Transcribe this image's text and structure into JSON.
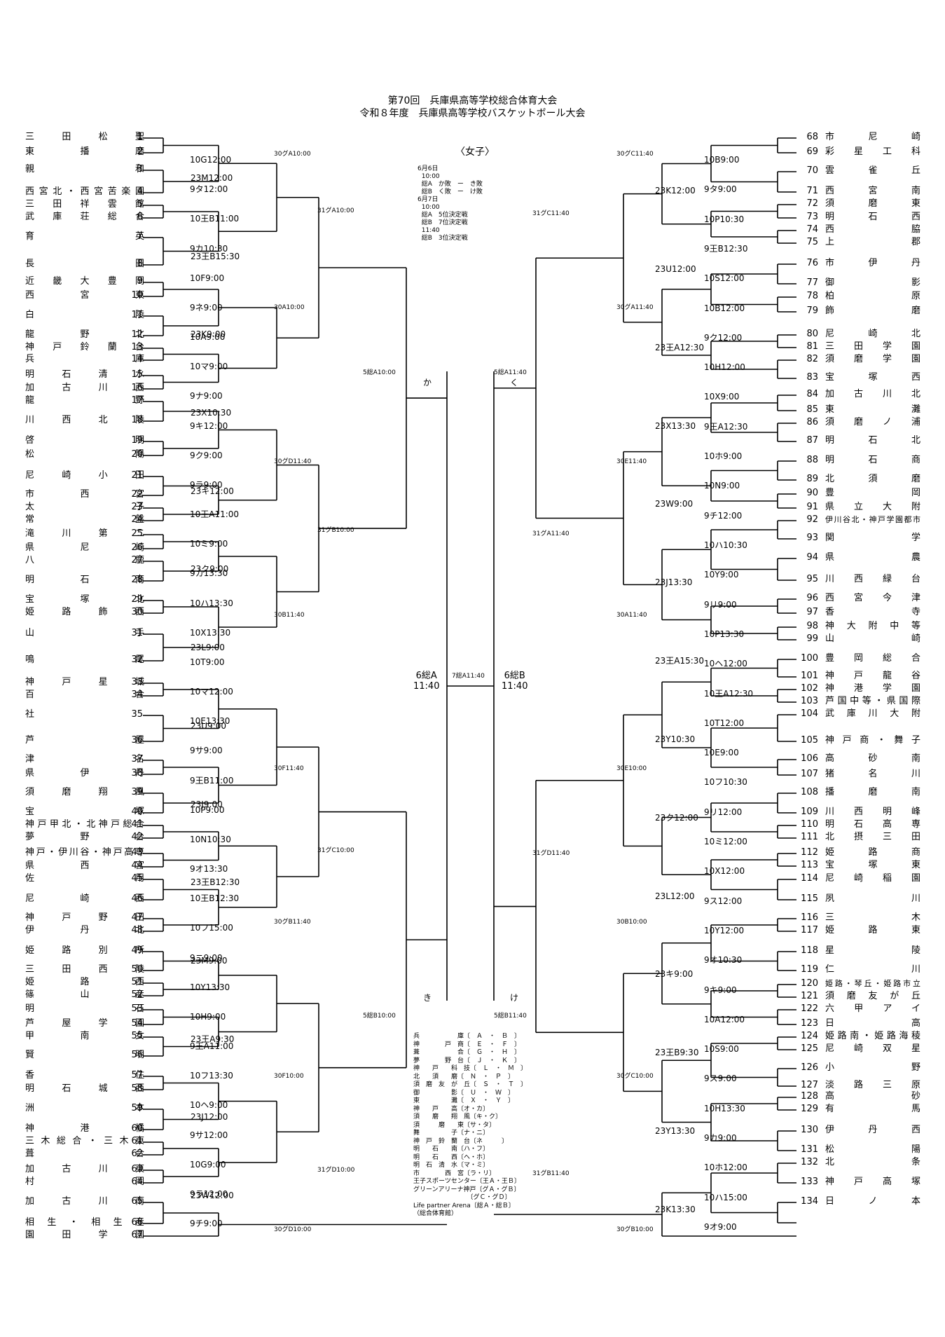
{
  "header": {
    "title1": "第70回　兵庫県高等学校総合体育大会",
    "title2": "令和８年度　兵庫県高等学校バスケットボール大会",
    "category": "〈女子〉"
  },
  "schedule_note": "6月6日\n  10:00\n  総A　か敗　ー　き敗\n  総B　く敗　ー　け敗\n6月7日\n  10:00\n  総A　5位決定戦\n  総B　7位決定戦\n  11:40\n  総B　3位決定戦",
  "pool_letters": {
    "ka": "か",
    "ki": "き",
    "ku": "く",
    "ke": "け"
  },
  "final": {
    "left": "6総A\n11:40",
    "right": "6総B\n11:40",
    "label": "7総A11:40"
  },
  "left_teams": [
    {
      "n": "1",
      "name": "三田松聖"
    },
    {
      "n": "2",
      "name": "東播磨"
    },
    {
      "n": "3",
      "name": "親和"
    },
    {
      "n": "4",
      "name": "西宮北・西宮苦楽園"
    },
    {
      "n": "5",
      "name": "三田祥雲館"
    },
    {
      "n": "6",
      "name": "武庫荘総合"
    },
    {
      "n": "7",
      "name": "育英"
    },
    {
      "n": "8",
      "name": "長田"
    },
    {
      "n": "9",
      "name": "近畿大豊岡"
    },
    {
      "n": "10",
      "name": "西宮東"
    },
    {
      "n": "11",
      "name": "白陵"
    },
    {
      "n": "12",
      "name": "龍野北"
    },
    {
      "n": "13",
      "name": "神戸鈴蘭台"
    },
    {
      "n": "14",
      "name": "兵庫"
    },
    {
      "n": "15",
      "name": "明石清水"
    },
    {
      "n": "16",
      "name": "加古川西"
    },
    {
      "n": "17",
      "name": "龍野"
    },
    {
      "n": "18",
      "name": "川西北陵"
    },
    {
      "n": "19",
      "name": "啓明"
    },
    {
      "n": "20",
      "name": "松陽"
    },
    {
      "n": "21",
      "name": "尼崎小田"
    },
    {
      "n": "22",
      "name": "市西宮"
    },
    {
      "n": "23",
      "name": "太子"
    },
    {
      "n": "24",
      "name": "常盤"
    },
    {
      "n": "25",
      "name": "滝川第二"
    },
    {
      "n": "26",
      "name": "県尼崎"
    },
    {
      "n": "27",
      "name": "八鹿"
    },
    {
      "n": "28",
      "name": "明石南"
    },
    {
      "n": "29",
      "name": "宝塚北"
    },
    {
      "n": "30",
      "name": "姫路飾西"
    },
    {
      "n": "31",
      "name": "山手"
    },
    {
      "n": "32",
      "name": "鳴尾"
    },
    {
      "n": "33",
      "name": "神戸星城"
    },
    {
      "n": "34",
      "name": "百合"
    },
    {
      "n": "35",
      "name": "社"
    },
    {
      "n": "36",
      "name": "芦屋"
    },
    {
      "n": "37",
      "name": "津名"
    },
    {
      "n": "38",
      "name": "県伊丹"
    },
    {
      "n": "39",
      "name": "須磨翔風"
    },
    {
      "n": "40",
      "name": "宝塚"
    },
    {
      "n": "41",
      "name": "神戸甲北・北神戸総合"
    },
    {
      "n": "42",
      "name": "夢野台"
    },
    {
      "n": "43",
      "name": "神戸・伊川谷・神戸高専"
    },
    {
      "n": "44",
      "name": "県西宮"
    },
    {
      "n": "45",
      "name": "佐用"
    },
    {
      "n": "46",
      "name": "尼崎西"
    },
    {
      "n": "47",
      "name": "神戸野田"
    },
    {
      "n": "48",
      "name": "伊丹北"
    },
    {
      "n": "49",
      "name": "姫路別所"
    },
    {
      "n": "50",
      "name": "三田西陵"
    },
    {
      "n": "51",
      "name": "姫路西"
    },
    {
      "n": "52",
      "name": "篠山産"
    },
    {
      "n": "53",
      "name": "明石"
    },
    {
      "n": "54",
      "name": "芦屋学園"
    },
    {
      "n": "55",
      "name": "甲南女"
    },
    {
      "n": "56",
      "name": "賢明"
    },
    {
      "n": "57",
      "name": "香住"
    },
    {
      "n": "58",
      "name": "明石城西"
    },
    {
      "n": "59",
      "name": "洲本"
    },
    {
      "n": "60",
      "name": "神港橘"
    },
    {
      "n": "61",
      "name": "三木総合・三木東"
    },
    {
      "n": "62",
      "name": "葺合"
    },
    {
      "n": "63",
      "name": "加古川東"
    },
    {
      "n": "64",
      "name": "村岡"
    },
    {
      "n": "65",
      "name": "加古川南"
    },
    {
      "n": "66",
      "name": "相生・相生産"
    },
    {
      "n": "67",
      "name": "園田学園"
    }
  ],
  "right_teams": [
    {
      "n": "68",
      "name": "市尼崎"
    },
    {
      "n": "69",
      "name": "彩星工科"
    },
    {
      "n": "70",
      "name": "雲雀丘"
    },
    {
      "n": "71",
      "name": "西宮南"
    },
    {
      "n": "72",
      "name": "須磨東"
    },
    {
      "n": "73",
      "name": "明石西"
    },
    {
      "n": "74",
      "name": "西脇"
    },
    {
      "n": "75",
      "name": "上郡"
    },
    {
      "n": "76",
      "name": "市伊丹"
    },
    {
      "n": "77",
      "name": "御影"
    },
    {
      "n": "78",
      "name": "柏原"
    },
    {
      "n": "79",
      "name": "飾磨"
    },
    {
      "n": "80",
      "name": "尼崎北"
    },
    {
      "n": "81",
      "name": "三田学園"
    },
    {
      "n": "82",
      "name": "須磨学園"
    },
    {
      "n": "83",
      "name": "宝塚西"
    },
    {
      "n": "84",
      "name": "加古川北"
    },
    {
      "n": "85",
      "name": "東灘"
    },
    {
      "n": "86",
      "name": "須磨ノ浦"
    },
    {
      "n": "87",
      "name": "明石北"
    },
    {
      "n": "88",
      "name": "明石商"
    },
    {
      "n": "89",
      "name": "北須磨"
    },
    {
      "n": "90",
      "name": "豊岡"
    },
    {
      "n": "91",
      "name": "県立大附"
    },
    {
      "n": "92",
      "name": "伊川谷北・神戸学園都市"
    },
    {
      "n": "93",
      "name": "関学"
    },
    {
      "n": "94",
      "name": "県農"
    },
    {
      "n": "95",
      "name": "川西緑台"
    },
    {
      "n": "96",
      "name": "西宮今津"
    },
    {
      "n": "97",
      "name": "香寺"
    },
    {
      "n": "98",
      "name": "神大附中等"
    },
    {
      "n": "99",
      "name": "山崎"
    },
    {
      "n": "100",
      "name": "豊岡総合"
    },
    {
      "n": "101",
      "name": "神戸龍谷"
    },
    {
      "n": "102",
      "name": "神港学園"
    },
    {
      "n": "103",
      "name": "芦国中等・県国際"
    },
    {
      "n": "104",
      "name": "武庫川大附"
    },
    {
      "n": "105",
      "name": "神戸商・舞子"
    },
    {
      "n": "106",
      "name": "高砂南"
    },
    {
      "n": "107",
      "name": "猪名川"
    },
    {
      "n": "108",
      "name": "播磨南"
    },
    {
      "n": "109",
      "name": "川西明峰"
    },
    {
      "n": "110",
      "name": "明石高専"
    },
    {
      "n": "111",
      "name": "北摂三田"
    },
    {
      "n": "112",
      "name": "姫路商"
    },
    {
      "n": "113",
      "name": "宝塚東"
    },
    {
      "n": "114",
      "name": "尼崎稲園"
    },
    {
      "n": "115",
      "name": "夙川"
    },
    {
      "n": "116",
      "name": "三木"
    },
    {
      "n": "117",
      "name": "姫路東"
    },
    {
      "n": "118",
      "name": "星陵"
    },
    {
      "n": "119",
      "name": "仁川"
    },
    {
      "n": "120",
      "name": "姫路・琴丘・姫路市立"
    },
    {
      "n": "121",
      "name": "須磨友が丘"
    },
    {
      "n": "122",
      "name": "六甲アイ"
    },
    {
      "n": "123",
      "name": "日高"
    },
    {
      "n": "124",
      "name": "姫路南・姫路海稜"
    },
    {
      "n": "125",
      "name": "尼崎双星"
    },
    {
      "n": "126",
      "name": "小野"
    },
    {
      "n": "127",
      "name": "淡路三原"
    },
    {
      "n": "128",
      "name": "高砂"
    },
    {
      "n": "129",
      "name": "有馬"
    },
    {
      "n": "130",
      "name": "伊丹西"
    },
    {
      "n": "131",
      "name": "松陽"
    },
    {
      "n": "132",
      "name": "北条"
    },
    {
      "n": "133",
      "name": "神戸高塚"
    },
    {
      "n": "134",
      "name": "日ノ本"
    }
  ],
  "venues": "兵　　　　　　庫〔　Ａ　・　Ｂ　〕\n神　　　　戸　商〔　Ｅ　・　Ｆ　〕\n葺　　　　　　合〔　Ｇ　・　Ｈ　〕\n夢　　　　野　台〔　Ｊ　・　Ｋ　〕\n神　　戸　　科　技〔　Ｌ　・　Ｍ　〕\n北　　須　　磨〔　Ｎ　・　Ｐ　〕\n須　磨　友　が　丘〔　Ｓ　・　Ｔ　〕\n御　　　　　影〔　Ｕ　・　Ｗ　〕\n東　　　　　灘〔　Ｘ　・　Ｙ　〕\n神　　戸　　高〔オ・カ〕\n須　　磨　　翔　風〔キ・ク〕\n須　　　磨　　東〔サ・タ〕\n舞　　　　　子〔ナ・ニ〕\n神　戸　鈴　蘭　台〔ネ　　　〕\n明　　石　　南〔ハ・フ〕\n明　　石　　西〔ヘ・ホ〕\n明　石　清　水〔マ・ミ〕\n市　　　　西　宮〔ラ・リ〕\n王子スポーツセンター〔王Ａ・王Ｂ〕\nグリーンアリーナ神戸〔グＡ・グＢ〕\n　　　　　　　　　〔グＣ・グＤ〕\nLife partner Arena〔総Ａ・総Ｂ〕\n（総合体育館）",
  "left_labels": {
    "r1": [
      "10G12:00",
      "9タ12:00",
      "10王B11:00",
      "9カ10:30",
      "10F9:00",
      "9ネ9:00",
      "10A9:00",
      "10マ9:00",
      "9ナ9:00",
      "9キ12:00",
      "9ク9:00",
      "9ラ9:00",
      "10王A11:00",
      "10ミ9:00",
      "9カ13:30",
      "10ハ13:30",
      "10X13:30",
      "10T9:00",
      "10マ12:00",
      "10E13:30",
      "9サ9:00",
      "9王B11:00",
      "10P9:00",
      "10N10:30",
      "9オ13:30",
      "10王B12:30",
      "10フ15:00",
      "9ニ9:00",
      "10Y13:30",
      "10H9:00",
      "9王A11:00",
      "10フ13:30",
      "10ヘ9:00",
      "9サ12:00",
      "10G9:00",
      "9ラ12:00",
      "9チ9:00"
    ],
    "r2": [
      "23M12:00",
      "23王B15:30",
      "23K9:00",
      "23X10:30",
      "23キ12:00",
      "23ク9:00",
      "23L9:00",
      "23U9:00",
      "23J9:00",
      "23王B12:30",
      "23M9:00",
      "23王A9:30",
      "23J12:00",
      "23W12:00"
    ],
    "r3": [
      "30グA10:00",
      "30A10:00",
      "30グD11:40",
      "30B11:40",
      "30F11:40",
      "30グB11:40",
      "30F10:00",
      "30グD10:00"
    ],
    "r4": [
      "31グA10:00",
      "31グB10:00",
      "31グC10:00",
      "31グD10:00"
    ],
    "r5": [
      "5総A10:00",
      "5総B10:00"
    ]
  },
  "right_labels": {
    "r1": [
      "10B9:00",
      "9タ9:00",
      "10P10:30",
      "9王B12:30",
      "10S12:00",
      "10B12:00",
      "9ク12:00",
      "10H12:00",
      "10X9:00",
      "9王A12:30",
      "10ホ9:00",
      "10N9:00",
      "9チ12:00",
      "10ハ10:30",
      "10Y9:00",
      "9リ9:00",
      "10P13:30",
      "10ヘ12:00",
      "10王A12:30",
      "10T12:00",
      "10E9:00",
      "10フ10:30",
      "9リ12:00",
      "10ミ12:00",
      "10X12:00",
      "9ス12:00",
      "10Y12:00",
      "9オ10:30",
      "9キ9:00",
      "10A12:00",
      "10S9:00",
      "9ス9:00",
      "10H13:30",
      "9カ9:00",
      "10ホ12:00",
      "10ハ15:00",
      "9オ9:00"
    ],
    "r2": [
      "23K12:00",
      "23U12:00",
      "23王A12:30",
      "23X13:30",
      "23W9:00",
      "23J13:30",
      "23王A15:30",
      "23Y10:30",
      "23ク12:00",
      "23L12:00",
      "23キ9:00",
      "23王B9:30",
      "23Y13:30",
      "23K13:30"
    ],
    "r3": [
      "30グC11:40",
      "30グA11:40",
      "30E11:40",
      "30A11:40",
      "30E10:00",
      "30B10:00",
      "30グC10:00",
      "30グB10:00"
    ],
    "r4": [
      "31グC11:40",
      "31グA11:40",
      "31グD11:40",
      "31グB11:40"
    ],
    "r5": [
      "5総A11:40",
      "5総B11:40"
    ]
  }
}
